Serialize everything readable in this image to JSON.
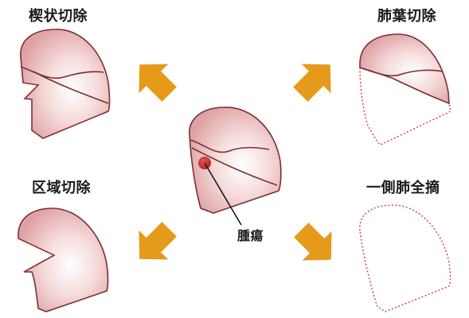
{
  "labels": {
    "wedge_resection": "楔状切除",
    "lobectomy": "肺葉切除",
    "segmentectomy": "区域切除",
    "pneumonectomy": "一側肺全摘",
    "tumor": "腫瘍"
  },
  "colors": {
    "lung_fill": "#dfa1a4",
    "lung_highlight": "#ffffff",
    "lung_outline": "#7b2f33",
    "removed_outline": "#c0392b",
    "tumor": "#b3211f",
    "arrow": "#e59a1a",
    "text": "#1a1a1a"
  }
}
